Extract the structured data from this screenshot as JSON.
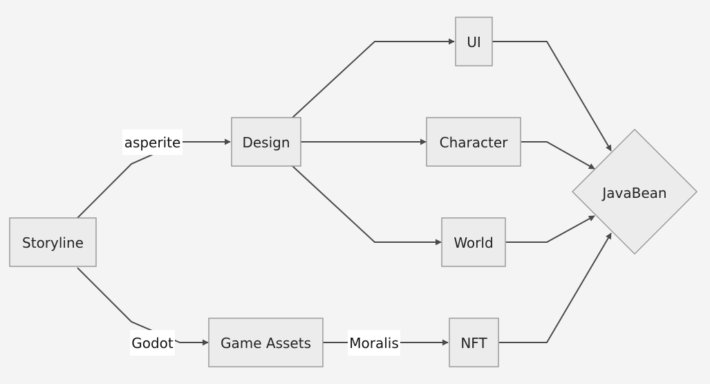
{
  "colors": {
    "background": "#f4f4f4",
    "node_fill": "#ececec",
    "node_stroke": "#9a9a9a",
    "edge": "#4a4a4a",
    "edge_label_bg": "#ffffff",
    "text": "#222222"
  },
  "nodes": {
    "storyline": "Storyline",
    "design": "Design",
    "ui": "UI",
    "character": "Character",
    "world": "World",
    "game_assets": "Game Assets",
    "nft": "NFT",
    "javabean": "JavaBean"
  },
  "edge_labels": {
    "storyline_design": "asperite",
    "storyline_game_assets": "Godot",
    "game_assets_nft": "Moralis"
  },
  "edges": [
    {
      "from": "storyline",
      "to": "design",
      "label": "asperite"
    },
    {
      "from": "storyline",
      "to": "game_assets",
      "label": "Godot"
    },
    {
      "from": "design",
      "to": "ui"
    },
    {
      "from": "design",
      "to": "character"
    },
    {
      "from": "design",
      "to": "world"
    },
    {
      "from": "game_assets",
      "to": "nft",
      "label": "Moralis"
    },
    {
      "from": "ui",
      "to": "javabean"
    },
    {
      "from": "character",
      "to": "javabean"
    },
    {
      "from": "world",
      "to": "javabean"
    },
    {
      "from": "nft",
      "to": "javabean"
    }
  ]
}
